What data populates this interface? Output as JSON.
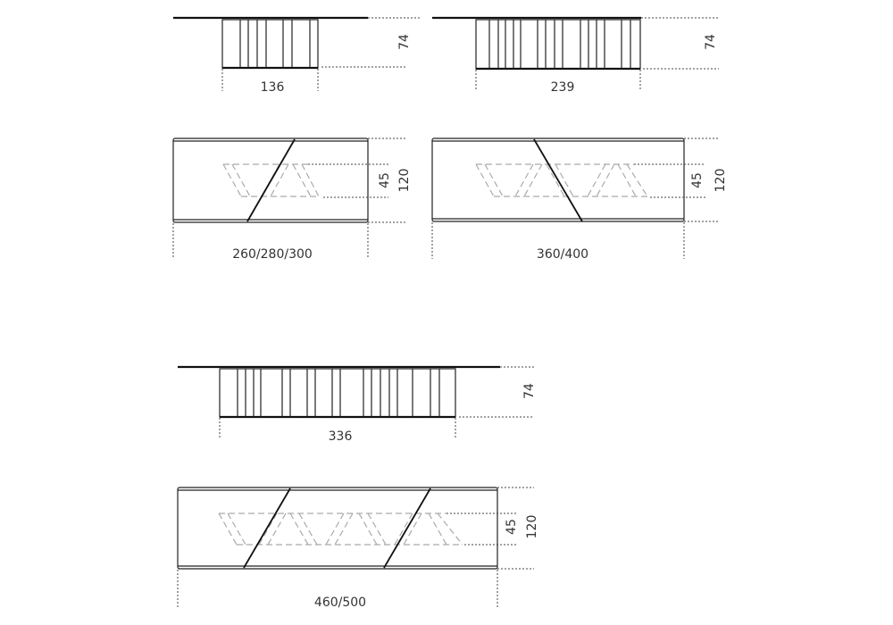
{
  "drawings": {
    "elevation_small": {
      "width_label": "136",
      "height_label": "74"
    },
    "elevation_medium": {
      "width_label": "239",
      "height_label": "74"
    },
    "plan_small": {
      "length_label": "260/280/300",
      "leg_label": "45",
      "depth_label": "120"
    },
    "plan_medium": {
      "length_label": "360/400",
      "leg_label": "45",
      "depth_label": "120"
    },
    "elevation_large": {
      "width_label": "336",
      "height_label": "74"
    },
    "plan_large": {
      "length_label": "460/500",
      "leg_label": "45",
      "depth_label": "120"
    }
  }
}
